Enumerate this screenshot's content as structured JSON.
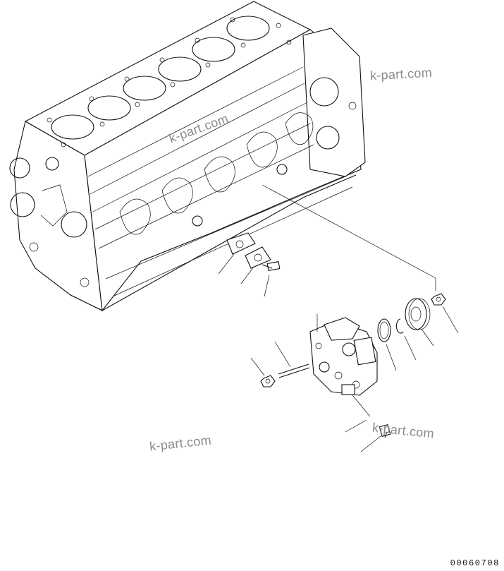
{
  "diagram": {
    "drawing_code": "00060708",
    "watermarks": [
      "k-part.com",
      "k-part.com",
      "k-part.com",
      "k-part.com"
    ]
  }
}
